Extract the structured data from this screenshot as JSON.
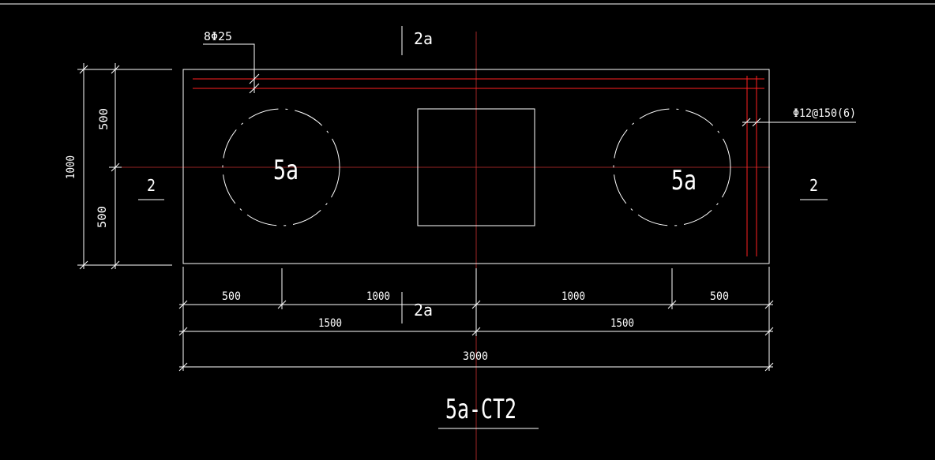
{
  "drawing": {
    "title": "5a-CT2",
    "pile_labels": [
      "5a",
      "5a"
    ],
    "section_top": "2a",
    "section_bottom": "2a",
    "section_left": "2",
    "section_right": "2",
    "rebar_top": "8Φ25",
    "rebar_right": "Φ12@150(6)"
  },
  "dimensions": {
    "total_height": "1000",
    "half_top": "500",
    "half_bottom": "500",
    "seg_left": "500",
    "seg_mid_left": "1000",
    "seg_mid_right": "1000",
    "seg_right": "500",
    "half_left": "1500",
    "half_right": "1500",
    "total_width": "3000"
  },
  "colors": {
    "background": "#000000",
    "line": "#ffffff",
    "rebar": "#ff2020",
    "axis": "#c83030"
  }
}
